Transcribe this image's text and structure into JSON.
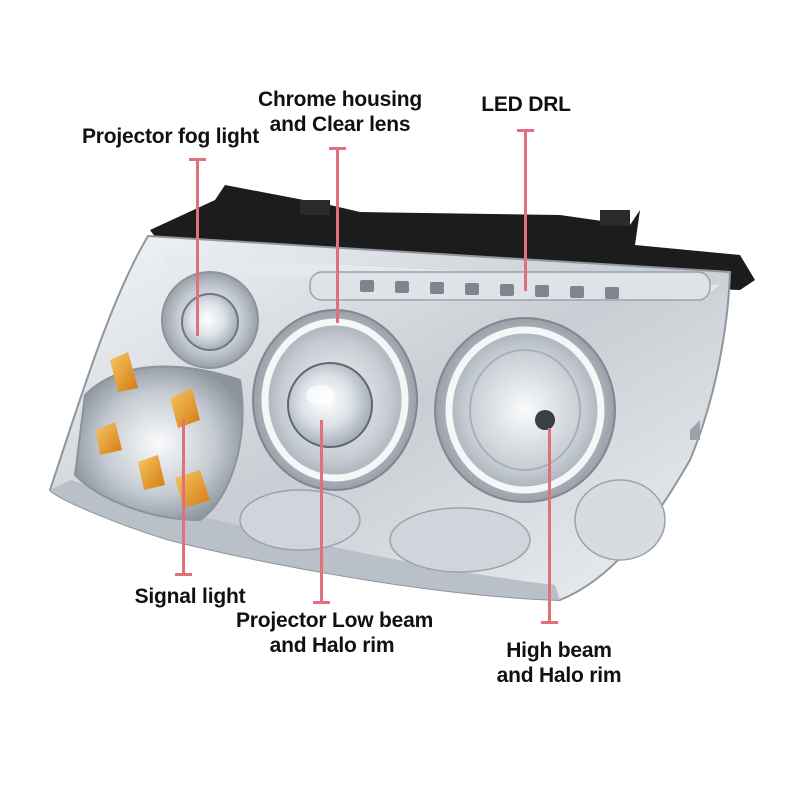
{
  "diagram": {
    "subject": "chrome projector headlight with halo rims",
    "colors": {
      "leader_line": "#e0707c",
      "label_text": "#111111",
      "chrome": "#cfd3d8",
      "housing_dark": "#1a1a1a",
      "amber": "#e8a020"
    },
    "callouts": {
      "projector_fog": {
        "line1": "Projector fog light"
      },
      "chrome_housing": {
        "line1": "Chrome housing",
        "line2": "and Clear lens"
      },
      "led_drl": {
        "line1": "LED DRL"
      },
      "signal_light": {
        "line1": "Signal light"
      },
      "projector_low": {
        "line1": "Projector Low beam",
        "line2": "and Halo rim"
      },
      "high_beam": {
        "line1": "High beam",
        "line2": "and Halo rim"
      }
    }
  }
}
